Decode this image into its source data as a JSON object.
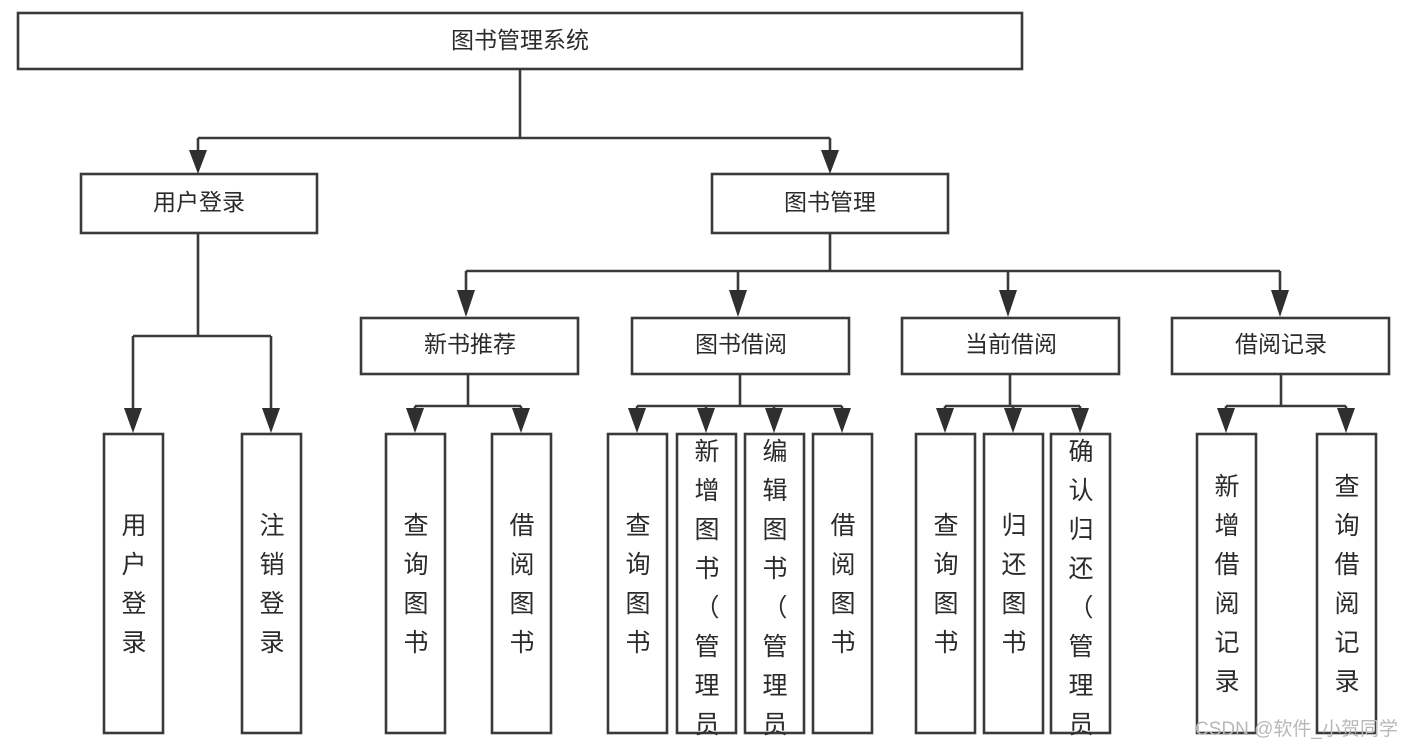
{
  "diagram": {
    "title": "图书管理系统",
    "orientation": "top-down-tree",
    "root": {
      "id": "root",
      "label": "图书管理系统",
      "text_direction": "horizontal"
    },
    "level2": [
      {
        "id": "user-login",
        "label": "用户登录",
        "text_direction": "horizontal"
      },
      {
        "id": "book-manage",
        "label": "图书管理",
        "text_direction": "horizontal"
      }
    ],
    "level3": [
      {
        "id": "new-book-rec",
        "label": "新书推荐",
        "text_direction": "horizontal",
        "parent": "book-manage"
      },
      {
        "id": "book-borrow",
        "label": "图书借阅",
        "text_direction": "horizontal",
        "parent": "book-manage"
      },
      {
        "id": "current-borrow",
        "label": "当前借阅",
        "text_direction": "horizontal",
        "parent": "book-manage"
      },
      {
        "id": "borrow-record",
        "label": "借阅记录",
        "text_direction": "horizontal",
        "parent": "book-manage"
      }
    ],
    "leaves": [
      {
        "id": "leaf-user-login",
        "label": "用户登录",
        "text_direction": "vertical",
        "parent": "user-login"
      },
      {
        "id": "leaf-logout",
        "label": "注销登录",
        "text_direction": "vertical",
        "parent": "user-login"
      },
      {
        "id": "leaf-query-book-1",
        "label": "查询图书",
        "text_direction": "vertical",
        "parent": "new-book-rec"
      },
      {
        "id": "leaf-borrow-book-1",
        "label": "借阅图书",
        "text_direction": "vertical",
        "parent": "new-book-rec"
      },
      {
        "id": "leaf-query-book-2",
        "label": "查询图书",
        "text_direction": "vertical",
        "parent": "book-borrow"
      },
      {
        "id": "leaf-add-book",
        "label": "新增图书（管理员）",
        "text_direction": "vertical",
        "parent": "book-borrow"
      },
      {
        "id": "leaf-edit-book",
        "label": "编辑图书（管理员）",
        "text_direction": "vertical",
        "parent": "book-borrow"
      },
      {
        "id": "leaf-borrow-book-2",
        "label": "借阅图书",
        "text_direction": "vertical",
        "parent": "book-borrow"
      },
      {
        "id": "leaf-query-book-3",
        "label": "查询图书",
        "text_direction": "vertical",
        "parent": "current-borrow"
      },
      {
        "id": "leaf-return-book",
        "label": "归还图书",
        "text_direction": "vertical",
        "parent": "current-borrow"
      },
      {
        "id": "leaf-confirm-return",
        "label": "确认归还（管理员）",
        "text_direction": "vertical",
        "parent": "current-borrow"
      },
      {
        "id": "leaf-add-record",
        "label": "新增借阅记录",
        "text_direction": "vertical",
        "parent": "borrow-record"
      },
      {
        "id": "leaf-query-record",
        "label": "查询借阅记录",
        "text_direction": "vertical",
        "parent": "borrow-record"
      }
    ],
    "colors": {
      "background": "#ffffff",
      "box_fill": "#ffffff",
      "box_stroke": "#3a3a3a",
      "text": "#2b2b2b",
      "arrow": "#2f2f2f",
      "watermark": "#b8b8b8"
    }
  },
  "watermark": {
    "text": "CSDN @软件_小贺同学"
  }
}
